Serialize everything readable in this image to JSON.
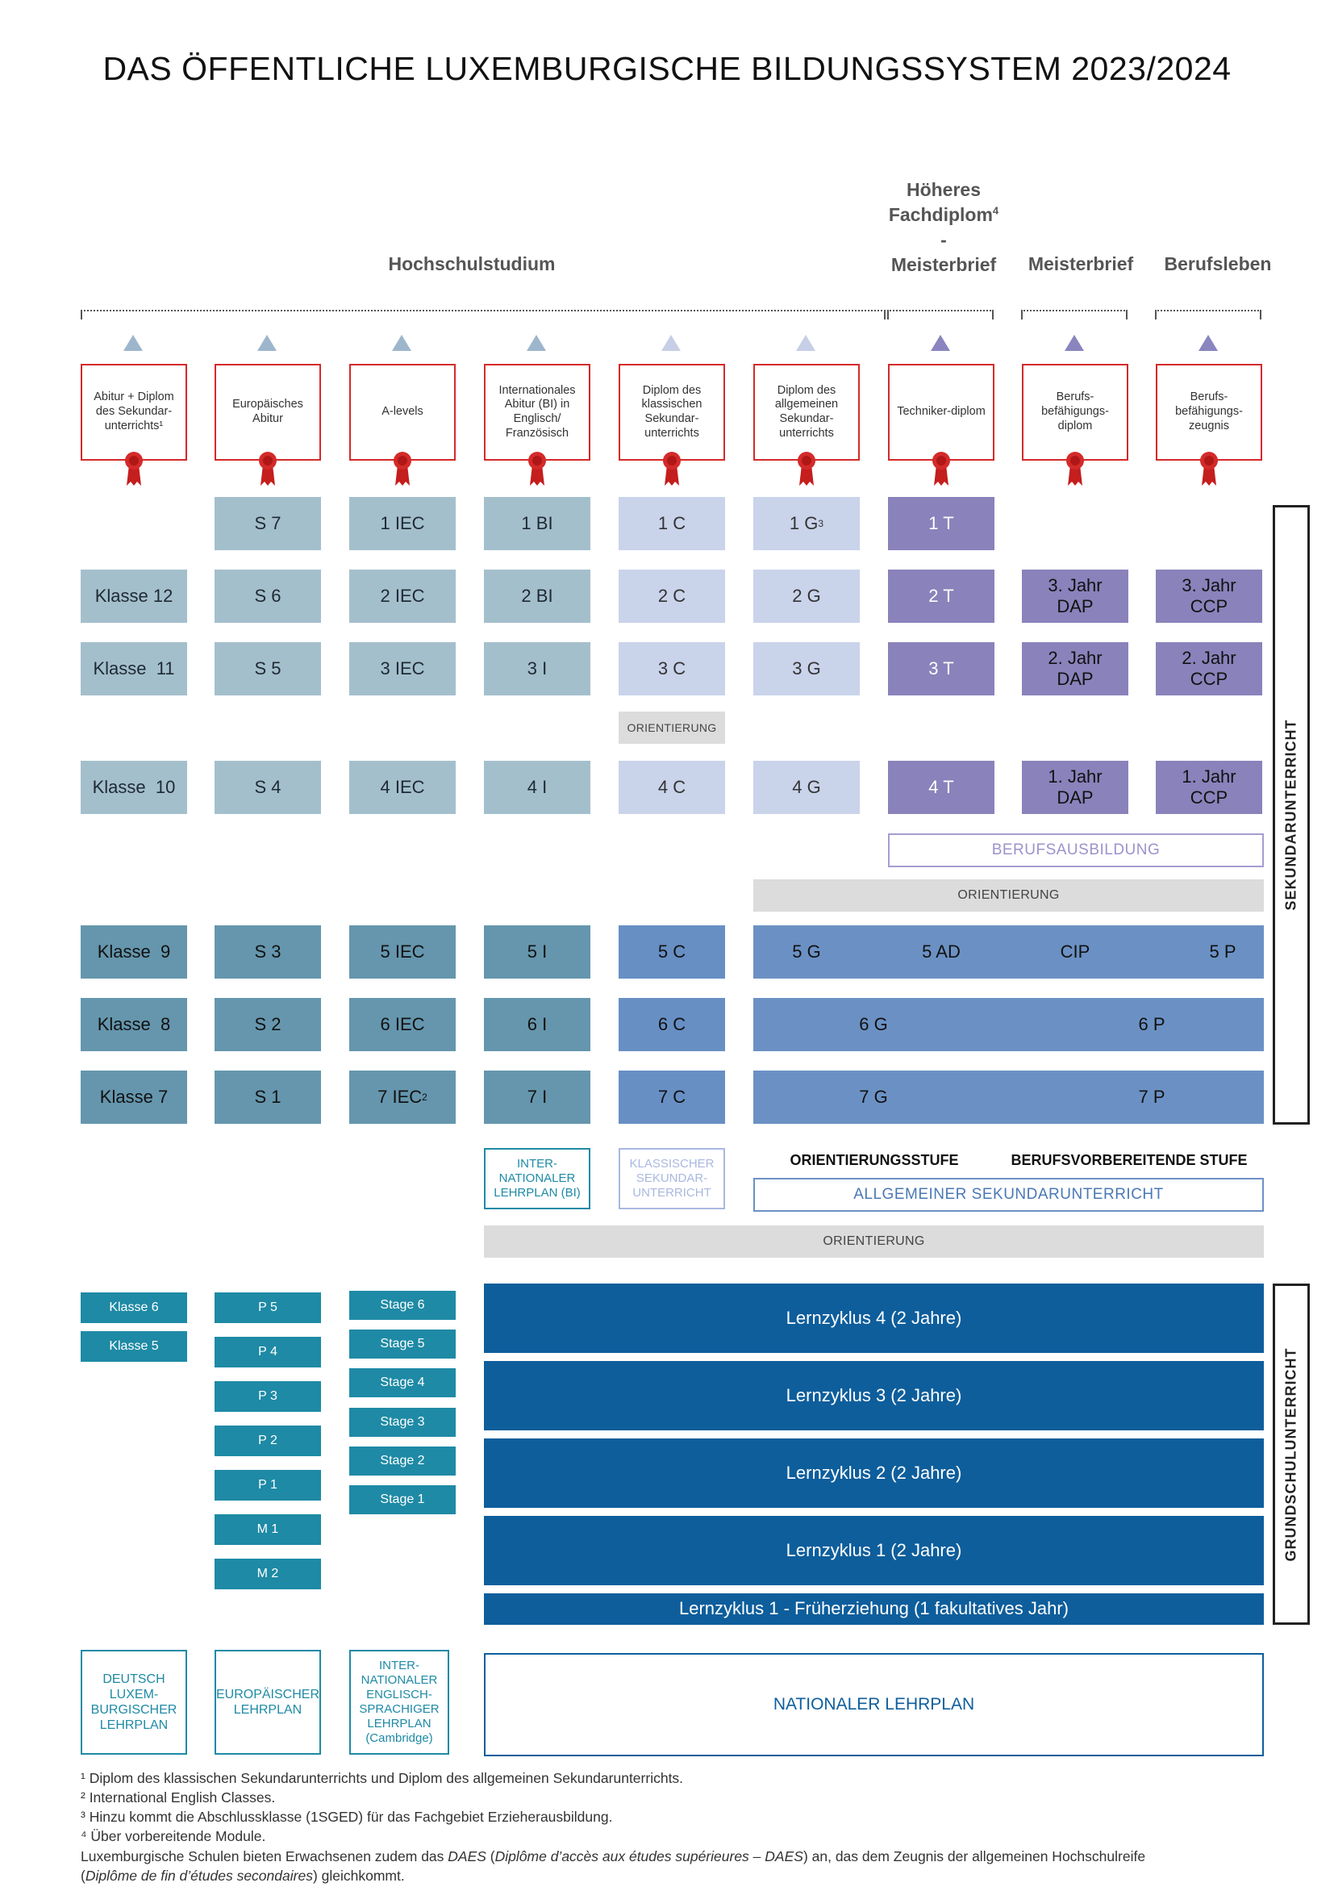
{
  "title": "DAS ÖFFENTLICHE LUXEMBURGISCHE BILDUNGSSYSTEM 2023/2024",
  "top_labels": {
    "hochschul": "Hochschulstudium",
    "hoeheres_l1": "Höheres",
    "hoeheres_l2": "Fachdiplom",
    "hoeheres_sup": "4",
    "hoeheres_l3": "-",
    "hoeheres_l4": "Meisterbrief",
    "meisterbrief": "Meisterbrief",
    "berufsleben": "Berufsleben"
  },
  "diplomas": [
    {
      "text": "Abitur + Diplom des Sekundar-unterrichts¹"
    },
    {
      "text": "Europäisches Abitur"
    },
    {
      "text": "A-levels"
    },
    {
      "text": "Internationales Abitur (BI) in Englisch/ Französisch"
    },
    {
      "text": "Diplom des klassischen Sekundar-unterrichts"
    },
    {
      "text": "Diplom des allgemeinen Sekundar-unterrichts"
    },
    {
      "text": "Techniker-diplom"
    },
    {
      "text": "Berufs-befähigungs-diplom"
    },
    {
      "text": "Berufs-befähigungs-zeugnis"
    }
  ],
  "secondary": {
    "row1": [
      "S 7",
      "1 IEC",
      "1 BI",
      "1 C",
      "1 G",
      "1 T"
    ],
    "row1_sup": "3",
    "row2": [
      "Klasse 12",
      "S 6",
      "2 IEC",
      "2 BI",
      "2 C",
      "2 G",
      "2 T",
      "3. Jahr DAP",
      "3. Jahr CCP"
    ],
    "row3": [
      "Klasse  11",
      "S 5",
      "3 IEC",
      "3 I",
      "3 C",
      "3 G",
      "3 T",
      "2. Jahr DAP",
      "2. Jahr CCP"
    ],
    "orientierung_c": "ORIENTIERUNG",
    "row4": [
      "Klasse  10",
      "S 4",
      "4 IEC",
      "4 I",
      "4 C",
      "4 G",
      "4 T",
      "1. Jahr DAP",
      "1. Jahr CCP"
    ],
    "berufsausbildung": "BERUFSAUSBILDUNG",
    "orientierung_g": "ORIENTIERUNG",
    "row5": [
      "Klasse  9",
      "S 3",
      "5 IEC",
      "5 I",
      "5 C"
    ],
    "row5_wide": [
      "5 G",
      "5 AD",
      "CIP",
      "5 P"
    ],
    "row6": [
      "Klasse  8",
      "S 2",
      "6 IEC",
      "6 I",
      "6 C"
    ],
    "row6_wide": [
      "6 G",
      "6 P"
    ],
    "row7": [
      "Klasse 7",
      "S 1",
      "7 IEC",
      "7 I",
      "7 C"
    ],
    "row7_sup": "2",
    "row7_wide": [
      "7 G",
      "7 P"
    ],
    "lehrplan_bi": "INTER-NATIONALER LEHRPLAN (BI)",
    "lehrplan_klass": "KLASSISCHER SEKUNDAR-UNTERRICHT",
    "orientierungsstufe": "ORIENTIERUNGSSTUFE",
    "berufsvorbereitende": "BERUFSVORBEREITENDE STUFE",
    "allgemeiner": "ALLGEMEINER SEKUNDARUNTERRICHT",
    "orientierung_main": "ORIENTIERUNG"
  },
  "primary": {
    "col1": [
      "Klasse 6",
      "Klasse 5"
    ],
    "col2": [
      "P 5",
      "P 4",
      "P 3",
      "P 2",
      "P 1",
      "M 1",
      "M 2"
    ],
    "col3": [
      "Stage 6",
      "Stage 5",
      "Stage 4",
      "Stage 3",
      "Stage 2",
      "Stage 1"
    ],
    "cycles": [
      "Lernzyklus 4 (2 Jahre)",
      "Lernzyklus 3 (2 Jahre)",
      "Lernzyklus 2 (2 Jahre)",
      "Lernzyklus 1 (2 Jahre)"
    ],
    "frueh": "Lernzyklus 1 - Früherziehung (1 fakultatives Jahr)"
  },
  "side_labels": {
    "sekundar": "SEKUNDARUNTERRICHT",
    "grundschul": "GRUNDSCHULUNTERRICHT"
  },
  "curricula": [
    "DEUTSCH LUXEM-BURGISCHER LEHRPLAN",
    "EUROPÄISCHER LEHRPLAN",
    "INTER-NATIONALER ENGLISCH-SPRACHIGER LEHRPLAN",
    "NATIONALER LEHRPLAN"
  ],
  "curricula_cambridge": "(Cambridge)",
  "footnotes": {
    "f1": "¹ Diplom des klassischen Sekundarunterrichts und Diplom des allgemeinen Sekundarunterrichts.",
    "f2": "² International English Classes.",
    "f3": "³ Hinzu kommt die Abschlussklasse (1SGED) für das Fachgebiet Erzieherausbildung.",
    "f4": "⁴ Über vorbereitende Module.",
    "f5_a": "Luxemburgische Schulen bieten Erwachsenen zudem das ",
    "f5_b": "DAES",
    "f5_c": " (",
    "f5_d": "Diplôme d’accès aux études supérieures – DAES",
    "f5_e": ") an, das dem Zeugnis der allgemeinen Hochschulreife",
    "f6_a": "(",
    "f6_b": "Diplôme de fin d’études secondaires",
    "f6_c": ") gleichkommt."
  },
  "colors": {
    "diploma_border": "#d42a2a",
    "purple": "#8a82bb",
    "dark_blue": "#0e5e9c",
    "teal_small": "#1e8aa5"
  }
}
